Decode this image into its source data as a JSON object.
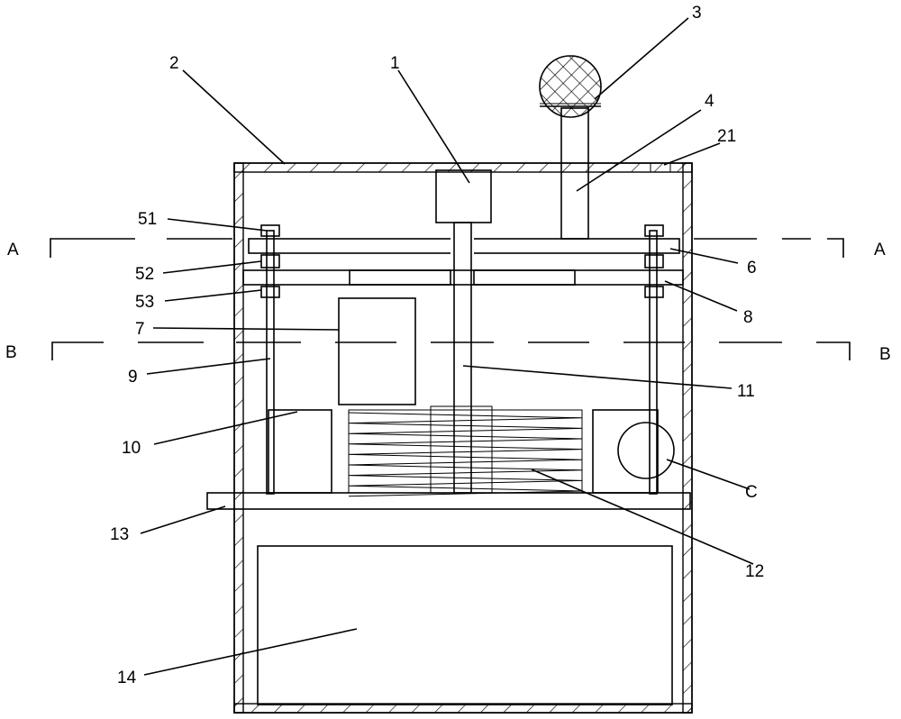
{
  "figure": {
    "part_labels": [
      "1",
      "2",
      "3",
      "4",
      "21",
      "51",
      "52",
      "53",
      "6",
      "7",
      "8",
      "9",
      "10",
      "11",
      "12",
      "13",
      "14",
      "C"
    ],
    "section_labels": {
      "a_left": "A",
      "a_right": "A",
      "b_left": "B",
      "b_right": "B"
    },
    "line_color": "#000000",
    "background": "#ffffff"
  }
}
